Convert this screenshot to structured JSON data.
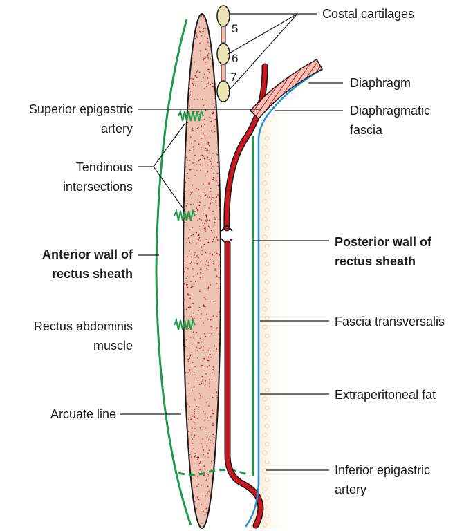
{
  "labels": {
    "costal_cartilages": "Costal cartilages",
    "diaphragm": "Diaphragm",
    "diaphragmatic_fascia_line1": "Diaphragmatic",
    "diaphragmatic_fascia_line2": "fascia",
    "superior_epigastric_line1": "Superior epigastric",
    "superior_epigastric_line2": "artery",
    "tendinous_line1": "Tendinous",
    "tendinous_line2": "intersections",
    "anterior_wall_line1": "Anterior wall of",
    "anterior_wall_line2": "rectus sheath",
    "posterior_wall_line1": "Posterior wall of",
    "posterior_wall_line2": "rectus sheath",
    "fascia_transversalis": "Fascia transversalis",
    "rectus_line1": "Rectus abdominis",
    "rectus_line2": "muscle",
    "extraperitoneal_fat": "Extraperitoneal fat",
    "arcuate_line": "Arcuate line",
    "inferior_epigastric_line1": "Inferior epigastric",
    "inferior_epigastric_line2": "artery"
  },
  "cartilage_numbers": [
    "5",
    "6",
    "7"
  ],
  "colors": {
    "sheath_green": "#1e9b4a",
    "artery_red": "#c8171e",
    "muscle_fill": "#efc3b4",
    "muscle_dots": "#a32626",
    "fascia_blue": "#1f8fd6",
    "fat_fill": "#fbe9cf",
    "cartilage_fill": "#ece3b5",
    "leader": "#1a1a1a"
  }
}
